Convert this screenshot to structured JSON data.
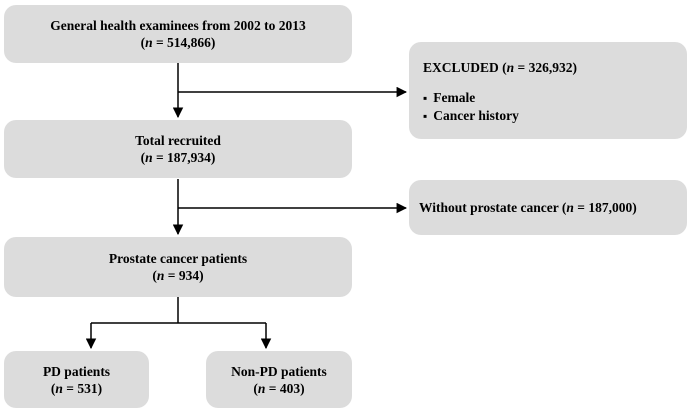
{
  "boxes": {
    "examinees": {
      "line1": "General health examinees from 2002 to 2013",
      "n_symbol": "n",
      "n_value": "= 514,866"
    },
    "excluded": {
      "title": "EXCLUDED",
      "n_symbol": "n",
      "n_value": "= 326,932",
      "items": [
        "Female",
        "Cancer history"
      ]
    },
    "recruited": {
      "line1": "Total recruited",
      "n_symbol": "n",
      "n_value": "= 187,934"
    },
    "without": {
      "line1": "Without prostate cancer",
      "n_symbol": "n",
      "n_value": "= 187,000"
    },
    "prostate": {
      "line1": "Prostate cancer patients",
      "n_symbol": "n",
      "n_value": "= 934"
    },
    "pd": {
      "line1": "PD patients",
      "n_symbol": "n",
      "n_value": "= 531"
    },
    "nonpd": {
      "line1": "Non-PD patients",
      "n_symbol": "n",
      "n_value": "= 403"
    }
  },
  "colors": {
    "box_fill": "#dcdcdc",
    "arrow": "#000000",
    "background": "#ffffff"
  }
}
